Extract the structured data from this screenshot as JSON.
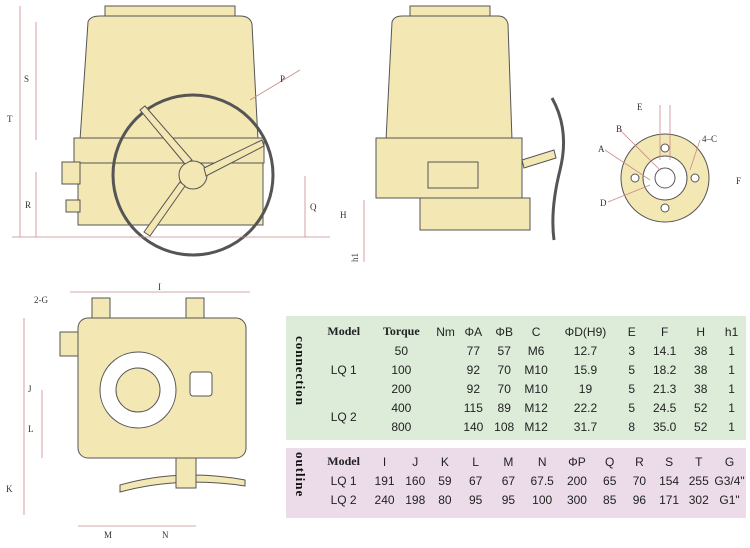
{
  "drawing_labels": {
    "front": {
      "T": "T",
      "S": "S",
      "R": "R",
      "P": "P",
      "Q": "Q",
      "H": "H",
      "h1": "h1"
    },
    "side": {
      "E": "E",
      "B": "B",
      "A": "A",
      "D": "D",
      "F": "F",
      "C4": "4–C"
    },
    "bottom": {
      "G2": "2-G",
      "I": "I",
      "J": "J",
      "L": "L",
      "K": "K",
      "M": "M",
      "N": "N"
    }
  },
  "connection_table": {
    "title": "connection",
    "headers": [
      "Model",
      "Torque",
      "Nm",
      "ΦA",
      "ΦB",
      "C",
      "ΦD(H9)",
      "E",
      "F",
      "H",
      "h1"
    ],
    "models": [
      "LQ  1",
      "LQ  2"
    ],
    "rows": [
      [
        "50",
        "77",
        "57",
        "M6",
        "12.7",
        "3",
        "14.1",
        "38",
        "1"
      ],
      [
        "100",
        "92",
        "70",
        "M10",
        "15.9",
        "5",
        "18.2",
        "38",
        "1"
      ],
      [
        "200",
        "92",
        "70",
        "M10",
        "19",
        "5",
        "21.3",
        "38",
        "1"
      ],
      [
        "400",
        "115",
        "89",
        "M12",
        "22.2",
        "5",
        "24.5",
        "52",
        "1"
      ],
      [
        "800",
        "140",
        "108",
        "M12",
        "31.7",
        "8",
        "35.0",
        "52",
        "1"
      ]
    ]
  },
  "outline_table": {
    "title": "outline",
    "headers": [
      "Model",
      "I",
      "J",
      "K",
      "L",
      "M",
      "N",
      "ΦP",
      "Q",
      "R",
      "S",
      "T",
      "G"
    ],
    "rows": [
      [
        "LQ  1",
        "191",
        "160",
        "59",
        "67",
        "67",
        "67.5",
        "200",
        "65",
        "70",
        "154",
        "255",
        "G3/4\""
      ],
      [
        "LQ  2",
        "240",
        "198",
        "80",
        "95",
        "95",
        "100",
        "300",
        "85",
        "96",
        "171",
        "302",
        "G1\""
      ]
    ]
  },
  "colors": {
    "body": "#f3e7b4",
    "line": "#555555",
    "table_green": "#dcecd9",
    "table_pink": "#ecdcea",
    "dim_red": "#c98a8a"
  }
}
